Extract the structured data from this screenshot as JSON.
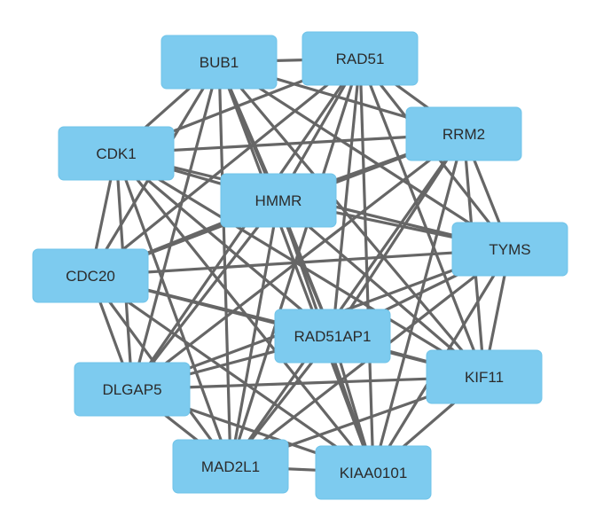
{
  "network": {
    "node_color": "#7dcbef",
    "edge_color": "#666666",
    "background": "#ffffff",
    "nodes": [
      {
        "id": "BUB1",
        "label": "BUB1"
      },
      {
        "id": "RAD51",
        "label": "RAD51"
      },
      {
        "id": "RRM2",
        "label": "RRM2"
      },
      {
        "id": "CDK1",
        "label": "CDK1"
      },
      {
        "id": "HMMR",
        "label": "HMMR"
      },
      {
        "id": "TYMS",
        "label": "TYMS"
      },
      {
        "id": "CDC20",
        "label": "CDC20"
      },
      {
        "id": "RAD51AP1",
        "label": "RAD51AP1"
      },
      {
        "id": "KIF11",
        "label": "KIF11"
      },
      {
        "id": "DLGAP5",
        "label": "DLGAP5"
      },
      {
        "id": "MAD2L1",
        "label": "MAD2L1"
      },
      {
        "id": "KIAA0101",
        "label": "KIAA0101"
      }
    ],
    "edges": [
      [
        "BUB1",
        "RAD51"
      ],
      [
        "BUB1",
        "RRM2"
      ],
      [
        "BUB1",
        "CDK1"
      ],
      [
        "BUB1",
        "HMMR"
      ],
      [
        "BUB1",
        "TYMS"
      ],
      [
        "BUB1",
        "CDC20"
      ],
      [
        "BUB1",
        "RAD51AP1"
      ],
      [
        "BUB1",
        "KIF11"
      ],
      [
        "BUB1",
        "DLGAP5"
      ],
      [
        "BUB1",
        "MAD2L1"
      ],
      [
        "BUB1",
        "KIAA0101"
      ],
      [
        "RAD51",
        "RRM2"
      ],
      [
        "RAD51",
        "CDK1"
      ],
      [
        "RAD51",
        "HMMR"
      ],
      [
        "RAD51",
        "TYMS"
      ],
      [
        "RAD51",
        "CDC20"
      ],
      [
        "RAD51",
        "RAD51AP1"
      ],
      [
        "RAD51",
        "KIF11"
      ],
      [
        "RAD51",
        "DLGAP5"
      ],
      [
        "RAD51",
        "MAD2L1"
      ],
      [
        "RAD51",
        "KIAA0101"
      ],
      [
        "RRM2",
        "CDK1"
      ],
      [
        "RRM2",
        "HMMR"
      ],
      [
        "RRM2",
        "TYMS"
      ],
      [
        "RRM2",
        "CDC20"
      ],
      [
        "RRM2",
        "RAD51AP1"
      ],
      [
        "RRM2",
        "KIF11"
      ],
      [
        "RRM2",
        "DLGAP5"
      ],
      [
        "RRM2",
        "MAD2L1"
      ],
      [
        "RRM2",
        "KIAA0101"
      ],
      [
        "CDK1",
        "HMMR"
      ],
      [
        "CDK1",
        "TYMS"
      ],
      [
        "CDK1",
        "CDC20"
      ],
      [
        "CDK1",
        "RAD51AP1"
      ],
      [
        "CDK1",
        "KIF11"
      ],
      [
        "CDK1",
        "DLGAP5"
      ],
      [
        "CDK1",
        "MAD2L1"
      ],
      [
        "CDK1",
        "KIAA0101"
      ],
      [
        "HMMR",
        "TYMS"
      ],
      [
        "HMMR",
        "CDC20"
      ],
      [
        "HMMR",
        "RAD51AP1"
      ],
      [
        "HMMR",
        "KIF11"
      ],
      [
        "HMMR",
        "DLGAP5"
      ],
      [
        "HMMR",
        "MAD2L1"
      ],
      [
        "HMMR",
        "KIAA0101"
      ],
      [
        "TYMS",
        "CDC20"
      ],
      [
        "TYMS",
        "RAD51AP1"
      ],
      [
        "TYMS",
        "KIF11"
      ],
      [
        "TYMS",
        "DLGAP5"
      ],
      [
        "TYMS",
        "MAD2L1"
      ],
      [
        "TYMS",
        "KIAA0101"
      ],
      [
        "CDC20",
        "RAD51AP1"
      ],
      [
        "CDC20",
        "KIF11"
      ],
      [
        "CDC20",
        "DLGAP5"
      ],
      [
        "CDC20",
        "MAD2L1"
      ],
      [
        "CDC20",
        "KIAA0101"
      ],
      [
        "RAD51AP1",
        "KIF11"
      ],
      [
        "RAD51AP1",
        "DLGAP5"
      ],
      [
        "RAD51AP1",
        "MAD2L1"
      ],
      [
        "RAD51AP1",
        "KIAA0101"
      ],
      [
        "KIF11",
        "DLGAP5"
      ],
      [
        "KIF11",
        "MAD2L1"
      ],
      [
        "KIF11",
        "KIAA0101"
      ],
      [
        "DLGAP5",
        "MAD2L1"
      ],
      [
        "DLGAP5",
        "KIAA0101"
      ],
      [
        "MAD2L1",
        "KIAA0101"
      ]
    ]
  }
}
